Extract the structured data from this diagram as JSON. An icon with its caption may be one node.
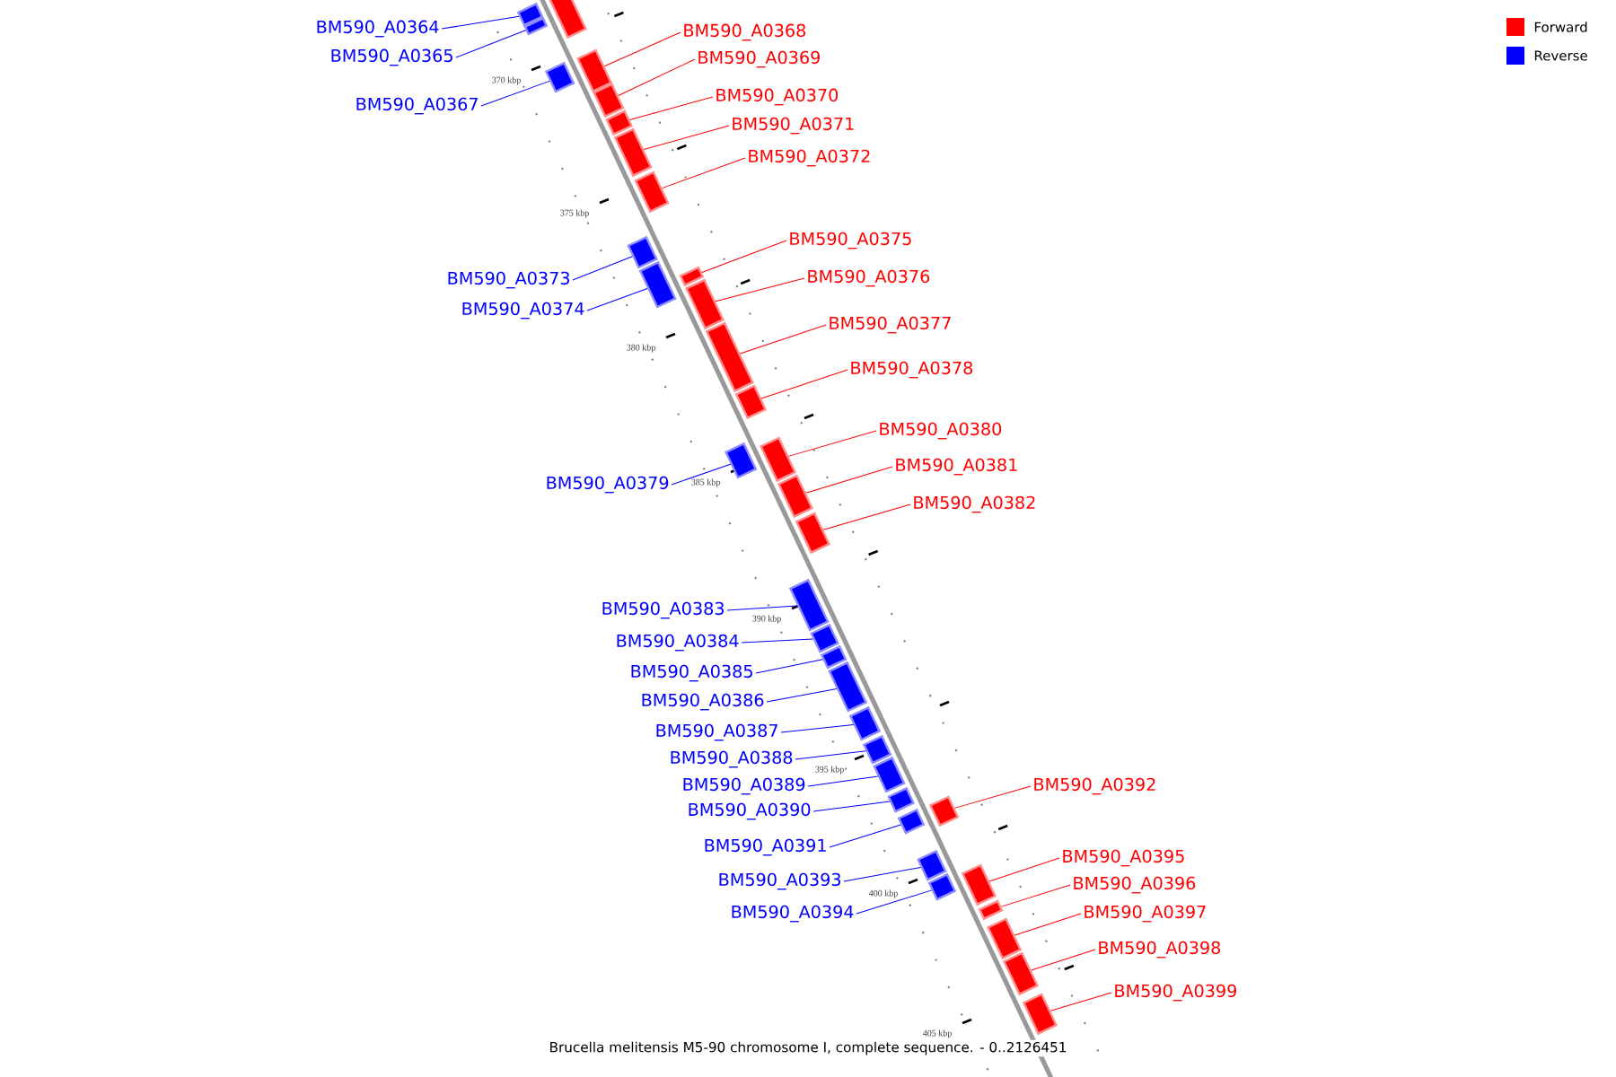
{
  "diagram": {
    "caption": "Brucella melitensis M5-90 chromosome I, complete sequence. - 0..2126451",
    "nodes": [
      {
        "text": [
          "BM590_A0364"
        ]
      },
      {
        "text": [],
        "shape": "bar"
      },
      {
        "text": [],
        "shape": "bar"
      },
      {
        "text": [
          "BM590_A0365"
        ]
      },
      {
        "text": [],
        "shape": "bar"
      },
      {
        "text": [
          "BM590_A0367"
        ]
      },
      {
        "text": [],
        "shape": "bar"
      },
      {
        "text": [
          "BM590_A0368"
        ]
      },
      {
        "text": [],
        "shape": "bar"
      },
      {
        "text": [
          "BM590_A0369"
        ]
      },
      {
        "text": [],
        "shape": "bar"
      },
      {
        "text": [
          "BM590_A0370"
        ]
      },
      {
        "text": [],
        "shape": "bar"
      },
      {
        "text": [
          "BM590_A0371"
        ]
      },
      {
        "text": [],
        "shape": "bar"
      },
      {
        "text": [
          "BM590_A0372"
        ]
      },
      {
        "text": [],
        "shape": "bar"
      },
      {
        "text": [
          "BM590_A0373"
        ]
      },
      {
        "text": [],
        "shape": "bar"
      },
      {
        "text": [
          "BM590_A0374"
        ]
      },
      {
        "text": [],
        "shape": "bar"
      },
      {
        "text": [
          "BM590_A0375"
        ]
      },
      {
        "text": [],
        "shape": "bar"
      },
      {
        "text": [
          "BM590_A0376"
        ]
      },
      {
        "text": [],
        "shape": "bar"
      },
      {
        "text": [
          "BM590_A0377"
        ]
      },
      {
        "text": [],
        "shape": "bar"
      },
      {
        "text": [
          "BM590_A0378"
        ]
      },
      {
        "text": [],
        "shape": "bar"
      },
      {
        "text": [
          "BM590_A0379"
        ]
      },
      {
        "text": [],
        "shape": "bar"
      },
      {
        "text": [
          "BM590_A0380"
        ]
      },
      {
        "text": [],
        "shape": "bar"
      },
      {
        "text": [
          "BM590_A0381"
        ]
      },
      {
        "text": [],
        "shape": "bar"
      },
      {
        "text": [
          "BM590_A0382"
        ]
      },
      {
        "text": [],
        "shape": "bar"
      },
      {
        "text": [
          "BM590_A0383"
        ]
      },
      {
        "text": [],
        "shape": "bar"
      },
      {
        "text": [
          "BM590_A0384"
        ]
      },
      {
        "text": [],
        "shape": "bar"
      },
      {
        "text": [
          "BM590_A0385"
        ]
      },
      {
        "text": [],
        "shape": "bar"
      },
      {
        "text": [
          "BM590_A0386"
        ]
      },
      {
        "text": [],
        "shape": "bar"
      },
      {
        "text": [
          "BM590_A0387"
        ]
      },
      {
        "text": [],
        "shape": "bar"
      },
      {
        "text": [
          "BM590_A0388"
        ]
      },
      {
        "text": [],
        "shape": "bar"
      },
      {
        "text": [
          "BM590_A0389"
        ]
      },
      {
        "text": [],
        "shape": "bar"
      },
      {
        "text": [
          "BM590_A0390"
        ]
      },
      {
        "text": [],
        "shape": "bar"
      },
      {
        "text": [
          "BM590_A0391"
        ]
      },
      {
        "text": [],
        "shape": "bar"
      },
      {
        "text": [
          "BM590_A0392"
        ]
      },
      {
        "text": [],
        "shape": "bar"
      },
      {
        "text": [
          "BM590_A0393"
        ]
      },
      {
        "text": [],
        "shape": "bar"
      },
      {
        "text": [
          "BM590_A0394"
        ]
      },
      {
        "text": [],
        "shape": "bar"
      },
      {
        "text": [
          "BM590_A0395"
        ]
      },
      {
        "text": [],
        "shape": "bar"
      },
      {
        "text": [
          "BM590_A0396"
        ]
      },
      {
        "text": [],
        "shape": "bar"
      },
      {
        "text": [
          "BM590_A0397"
        ]
      },
      {
        "text": [],
        "shape": "bar"
      },
      {
        "text": [
          "BM590_A0398"
        ]
      },
      {
        "text": [],
        "shape": "bar"
      },
      {
        "text": [
          "BM590_A0399"
        ]
      },
      {
        "text": [],
        "shape": "bar"
      }
    ],
    "edges": [
      {
        "from": 0,
        "to": 1,
        "arrow": "none",
        "color": "#0000ff"
      },
      {
        "from": 3,
        "to": 4,
        "arrow": "none",
        "color": "#0000ff"
      },
      {
        "from": 5,
        "to": 6,
        "arrow": "none",
        "color": "#0000ff"
      },
      {
        "from": 7,
        "to": 8,
        "arrow": "none",
        "color": "#ff0000"
      },
      {
        "from": 9,
        "to": 10,
        "arrow": "none",
        "color": "#ff0000"
      },
      {
        "from": 11,
        "to": 12,
        "arrow": "none",
        "color": "#ff0000"
      },
      {
        "from": 13,
        "to": 14,
        "arrow": "none",
        "color": "#ff0000"
      },
      {
        "from": 15,
        "to": 16,
        "arrow": "none",
        "color": "#ff0000"
      },
      {
        "from": 17,
        "to": 18,
        "arrow": "none",
        "color": "#0000ff"
      },
      {
        "from": 19,
        "to": 20,
        "arrow": "none",
        "color": "#0000ff"
      },
      {
        "from": 21,
        "to": 22,
        "arrow": "none",
        "color": "#ff0000"
      },
      {
        "from": 23,
        "to": 24,
        "arrow": "none",
        "color": "#ff0000"
      },
      {
        "from": 25,
        "to": 26,
        "arrow": "none",
        "color": "#ff0000"
      },
      {
        "from": 27,
        "to": 28,
        "arrow": "none",
        "color": "#ff0000"
      },
      {
        "from": 29,
        "to": 30,
        "arrow": "none",
        "color": "#0000ff"
      },
      {
        "from": 31,
        "to": 32,
        "arrow": "none",
        "color": "#ff0000"
      },
      {
        "from": 33,
        "to": 34,
        "arrow": "none",
        "color": "#ff0000"
      },
      {
        "from": 35,
        "to": 36,
        "arrow": "none",
        "color": "#ff0000"
      },
      {
        "from": 37,
        "to": 38,
        "arrow": "none",
        "color": "#0000ff"
      },
      {
        "from": 39,
        "to": 40,
        "arrow": "none",
        "color": "#0000ff"
      },
      {
        "from": 41,
        "to": 42,
        "arrow": "none",
        "color": "#0000ff"
      },
      {
        "from": 43,
        "to": 44,
        "arrow": "none",
        "color": "#0000ff"
      },
      {
        "from": 45,
        "to": 46,
        "arrow": "none",
        "color": "#0000ff"
      },
      {
        "from": 47,
        "to": 48,
        "arrow": "none",
        "color": "#0000ff"
      },
      {
        "from": 49,
        "to": 50,
        "arrow": "none",
        "color": "#0000ff"
      },
      {
        "from": 51,
        "to": 52,
        "arrow": "none",
        "color": "#0000ff"
      },
      {
        "from": 53,
        "to": 54,
        "arrow": "none",
        "color": "#0000ff"
      },
      {
        "from": 55,
        "to": 56,
        "arrow": "none",
        "color": "#ff0000"
      },
      {
        "from": 57,
        "to": 58,
        "arrow": "none",
        "color": "#0000ff"
      },
      {
        "from": 59,
        "to": 60,
        "arrow": "none",
        "color": "#0000ff"
      },
      {
        "from": 61,
        "to": 62,
        "arrow": "none",
        "color": "#ff0000"
      },
      {
        "from": 63,
        "to": 64,
        "arrow": "none",
        "color": "#ff0000"
      },
      {
        "from": 65,
        "to": 66,
        "arrow": "none",
        "color": "#ff0000"
      },
      {
        "from": 67,
        "to": 68,
        "arrow": "none",
        "color": "#ff0000"
      },
      {
        "from": 69,
        "to": 70,
        "arrow": "none",
        "color": "#ff0000"
      }
    ],
    "labels": [
      "370 kbp",
      "375 kbp",
      "380 kbp",
      "385 kbp",
      "390 kbp",
      "395 kbp",
      "400 kbp",
      "405 kbp"
    ],
    "legend": [
      {
        "text": "Forward",
        "color": "#ff0000"
      },
      {
        "text": "Reverse",
        "color": "#0000ff"
      }
    ]
  }
}
